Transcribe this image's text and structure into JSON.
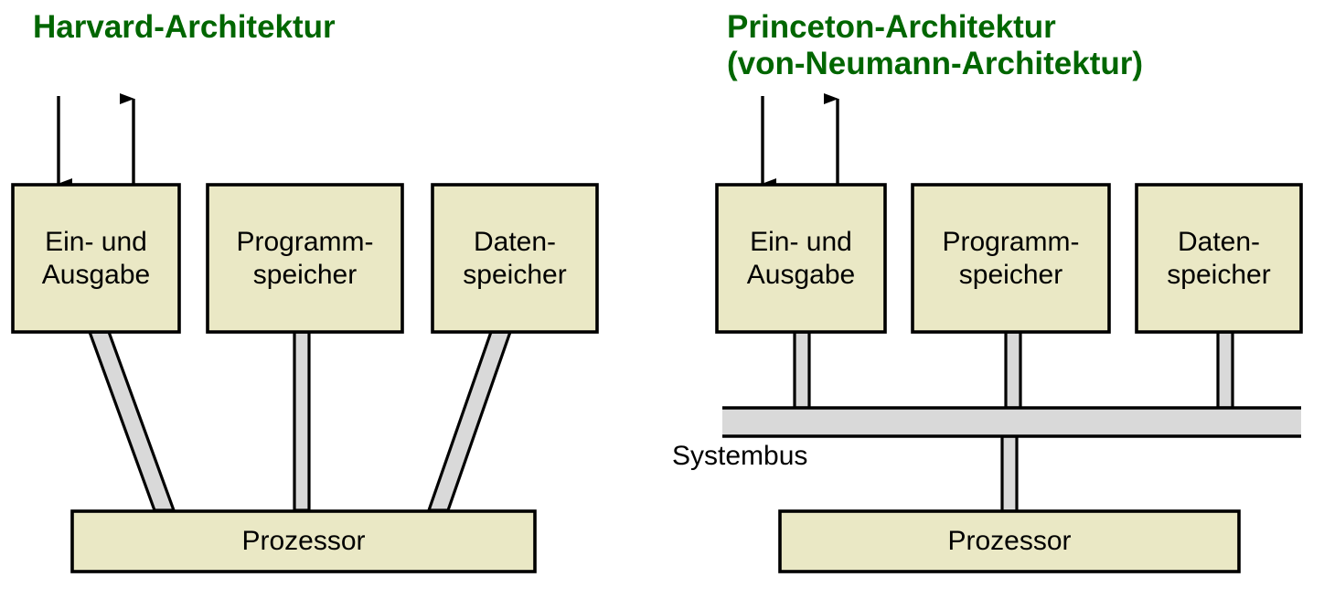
{
  "diagram": {
    "title_color": "#006600",
    "box_fill": "#eae8c5",
    "box_stroke": "#000000",
    "bus_fill": "#d9d9d9",
    "bus_stroke": "#000000",
    "background": "#ffffff"
  },
  "left": {
    "title": "Harvard-Architektur",
    "boxes": [
      {
        "line1": "Ein- und",
        "line2": "Ausgabe"
      },
      {
        "line1": "Programm-",
        "line2": "speicher"
      },
      {
        "line1": "Daten-",
        "line2": "speicher"
      }
    ],
    "processor": "Prozessor",
    "arrows": [
      {
        "name": "input-arrow",
        "direction": "down"
      },
      {
        "name": "output-arrow",
        "direction": "up"
      }
    ]
  },
  "right": {
    "title_line1": "Princeton-Architektur",
    "title_line2": "(von-Neumann-Architektur)",
    "boxes": [
      {
        "line1": "Ein- und",
        "line2": "Ausgabe"
      },
      {
        "line1": "Programm-",
        "line2": "speicher"
      },
      {
        "line1": "Daten-",
        "line2": "speicher"
      }
    ],
    "bus_label": "Systembus",
    "processor": "Prozessor",
    "arrows": [
      {
        "name": "input-arrow",
        "direction": "down"
      },
      {
        "name": "output-arrow",
        "direction": "up"
      }
    ]
  }
}
